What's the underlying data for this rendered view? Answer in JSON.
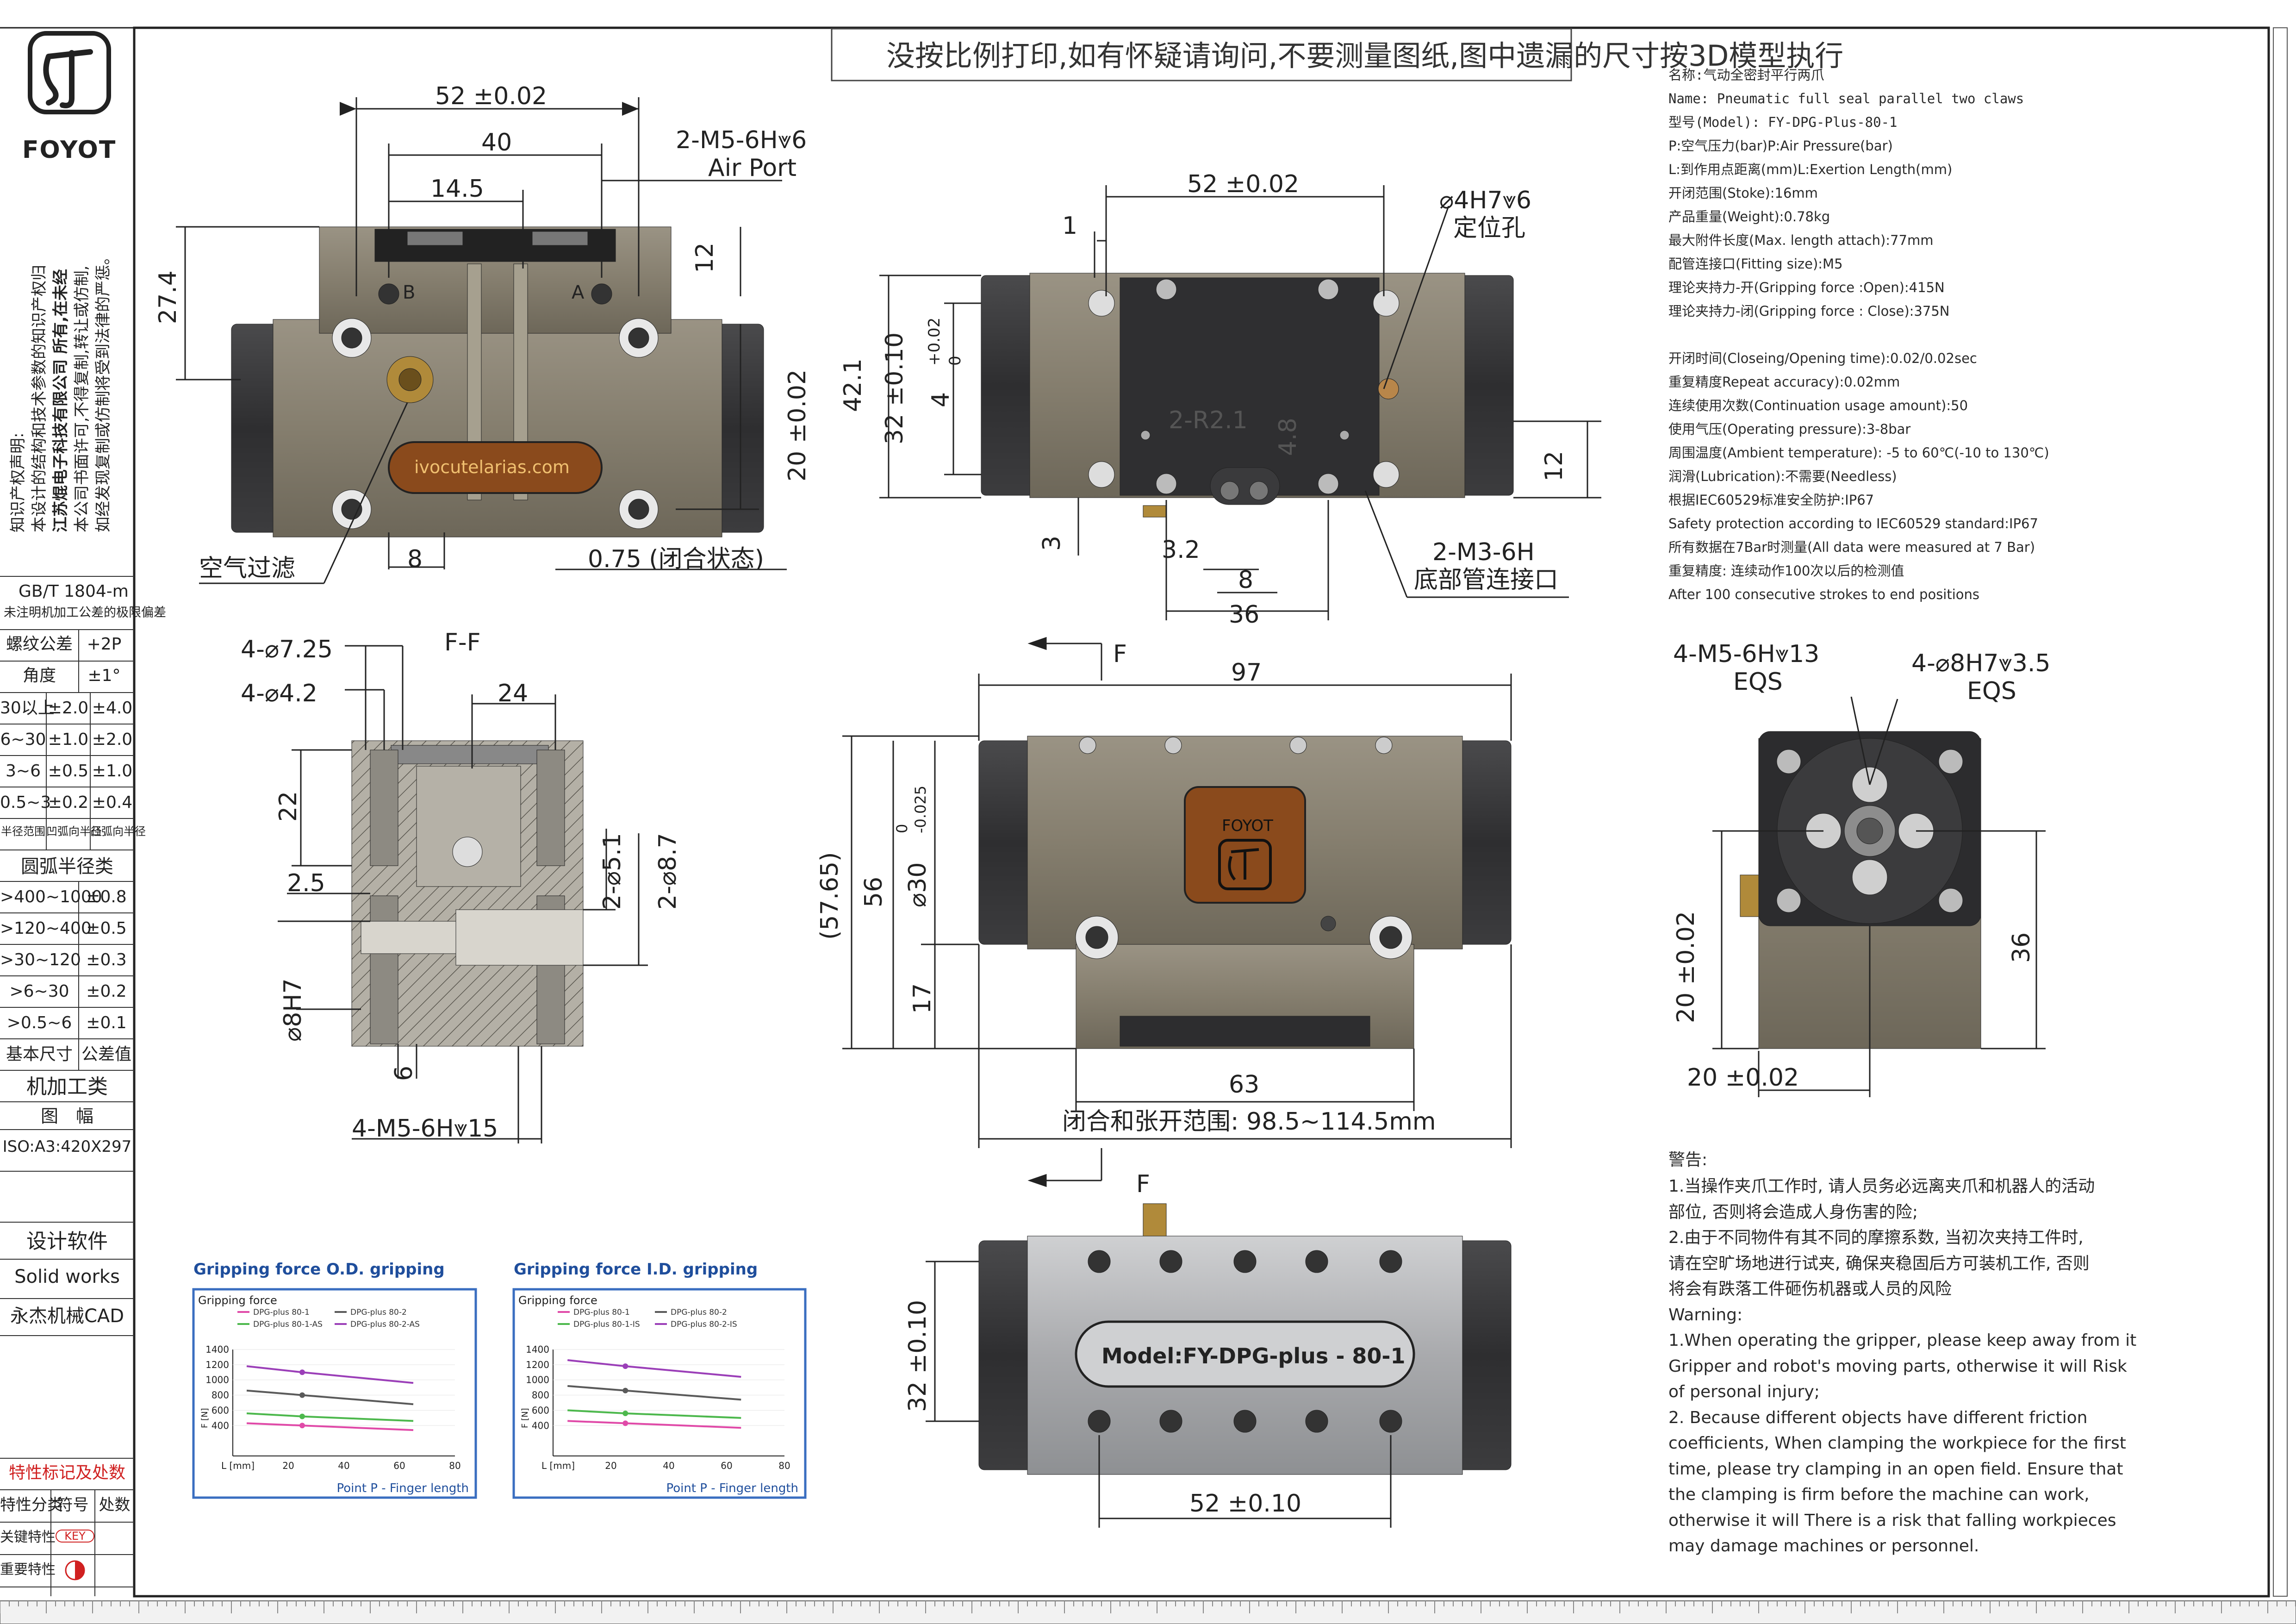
{
  "header": {
    "notice": "没按比例打印,如有怀疑请询问,不要测量图纸,图中遗漏的尺寸按3D模型执行"
  },
  "logo": {
    "brand": "FOYOT"
  },
  "sidebar": {
    "copyright_lines": [
      "知识产权声明:",
      "本设计的结构和技术参数的知识产权归",
      "江苏焜电子科技有限公司 所有,在未经",
      "本公司书面许可,不得复制,转让或仿制,",
      "如经发现复制或仿制将受到法律的严惩。"
    ],
    "standard": "GB/T 1804-m",
    "standard_note": "未注明机加工公差的极限偏差",
    "tolerance_rows": [
      {
        "label": "螺纹公差",
        "value": "+2P"
      },
      {
        "label": "角度",
        "value": "±1°"
      }
    ],
    "grid_rows": [
      [
        "30以上",
        "±2.0",
        "±4.0"
      ],
      [
        "6~30",
        "±1.0",
        "±2.0"
      ],
      [
        "3~6",
        "±0.5",
        "±1.0"
      ],
      [
        "0.5~3",
        "±0.2",
        "±0.4"
      ],
      [
        "半径范围",
        "凹弧向半径",
        "凸弧向半径"
      ]
    ],
    "radius_header": "圆弧半径类",
    "radius_rows": [
      [
        ">400~1000",
        "±0.8"
      ],
      [
        ">120~400",
        "±0.5"
      ],
      [
        ">30~120",
        "±0.3"
      ],
      [
        ">6~30",
        "±0.2"
      ],
      [
        ">0.5~6",
        "±0.1"
      ],
      [
        "基本尺寸",
        "公差值"
      ]
    ],
    "machining": "机加工类",
    "format_label": "图　幅",
    "format_value": "ISO:A3:420X297",
    "software_label": "设计软件",
    "software_value": "Solid works",
    "company": "永杰机械CAD",
    "marks_header": "特性标记及处数",
    "marks_cols": [
      "特性分类",
      "符号",
      "处数"
    ],
    "marks_rows": [
      "关键特性",
      "重要特性"
    ],
    "key_symbol": "KEY"
  },
  "specs": [
    "名称:气动全密封平行两爪",
    "Name: Pneumatic full seal parallel two claws",
    "型号(Model): FY-DPG-Plus-80-1",
    "P:空气压力(bar)P:Air Pressure(bar)",
    "L:到作用点距离(mm)L:Exertion Length(mm)",
    "开闭范围(Stoke):16mm",
    "产品重量(Weight):0.78kg",
    "最大附件长度(Max. length attach):77mm",
    "配管连接口(Fitting size):M5",
    "理论夹持力-开(Gripping force :Open):415N",
    "理论夹持力-闭(Gripping force : Close):375N",
    "",
    "开闭时间(Closeing/Opening time):0.02/0.02sec",
    "重复精度Repeat accuracy):0.02mm",
    "连续使用次数(Continuation usage amount):50",
    "使用气压(Operating pressure):3-8bar",
    "周围温度(Ambient temperature): -5 to 60℃(-10 to 130℃)",
    "润滑(Lubrication):不需要(Needless)",
    "根据IEC60529标准安全防护:IP67",
    "Safety protection according to IEC60529 standard:IP67",
    "所有数据在7Bar时测量(All data were measured at 7 Bar)",
    "重复精度: 连续动作100次以后的检测值",
    "After 100 consecutive strokes to end positions"
  ],
  "warning": {
    "title": "警告:",
    "lines": [
      "1.当操作夹爪工作时, 请人员务必远离夹爪和机器人的活动",
      "部位, 否则将会造成人身伤害的险;",
      "2.由于不同物件有其不同的摩擦系数, 当初次夹持工件时,",
      "请在空旷场地进行试夹, 确保夹稳固后方可装机工作, 否则",
      "将会有跌落工件砸伤机器或人员的风险",
      "Warning:",
      "1.When operating the gripper, please keep away from it",
      "Gripper and robot's moving parts, otherwise it will Risk",
      "of personal injury;",
      "2. Because different objects have different friction",
      "coefficients, When clamping the workpiece for the first",
      "time, please try clamping in an open field. Ensure that",
      "the clamping is firm before the machine can work,",
      "otherwise it will There is a risk that falling workpieces",
      "may damage machines or personnel."
    ]
  },
  "views": {
    "front": {
      "dims": [
        "52 ±0.02",
        "40",
        "14.5",
        "27.4",
        "12",
        "20 ±0.02",
        "8",
        "0.75 (闭合状态)"
      ],
      "callouts": [
        "2-M5-6H⩔6",
        "Air Port",
        "空气过滤"
      ],
      "ports": [
        "B",
        "A"
      ],
      "plate": "ivocutelarias.com"
    },
    "top": {
      "dims": [
        "52 ±0.02",
        "1",
        "42.1",
        "32 ±0.10",
        "+0.02",
        "0",
        "4",
        "2-R2.1",
        "4.8",
        "12",
        "3",
        "3.2",
        "8",
        "36"
      ],
      "callouts": [
        "⌀4H7⩔6",
        "定位孔",
        "2-M3-6H",
        "底部管连接口"
      ]
    },
    "section": {
      "title": "F-F",
      "dims": [
        "4-⌀7.25",
        "4-⌀4.2",
        "24",
        "22",
        "2.5",
        "2-⌀5.1",
        "2-⌀8.7",
        "⌀8H7",
        "6",
        "4-M5-6H⩔15"
      ]
    },
    "main": {
      "dims": [
        "97",
        "(57.65)",
        "56",
        "⌀30",
        "0",
        "-0.025",
        "17",
        "63",
        "闭合和张开范围: 98.5~114.5mm"
      ],
      "section_marks": [
        "F",
        "F"
      ],
      "badge": "FOYOT"
    },
    "side": {
      "dims": [
        "4-M5-6H⩔13",
        "EQS",
        "4-⌀8H7⩔3.5",
        "EQS",
        "20 ±0.02",
        "36",
        "20 ±0.02"
      ]
    },
    "bottom": {
      "dims": [
        "32 ±0.10",
        "52 ±0.10"
      ],
      "plate": "Model:FY-DPG-plus - 80-1"
    }
  },
  "chart_data": [
    {
      "type": "line",
      "title": "Gripping force O.D. gripping",
      "subtitle": "Gripping force",
      "ylabel": "F [N]",
      "xlabel": "L [mm]",
      "xlabel2": "Point P - Finger length",
      "xlim": [
        0,
        80
      ],
      "ylim": [
        0,
        1400
      ],
      "xticks": [
        20,
        40,
        60,
        80
      ],
      "yticks": [
        400,
        600,
        800,
        1000,
        1200,
        1400
      ],
      "series": [
        {
          "name": "DPG-plus 80-1",
          "color": "#e04aa8",
          "x": [
            5,
            25,
            45,
            65
          ],
          "values": [
            430,
            400,
            370,
            340
          ]
        },
        {
          "name": "DPG-plus 80-2",
          "color": "#5a5a5a",
          "x": [
            5,
            25,
            45,
            65
          ],
          "values": [
            860,
            800,
            740,
            680
          ]
        },
        {
          "name": "DPG-plus 80-1-AS",
          "color": "#4db84d",
          "x": [
            5,
            25,
            45,
            65
          ],
          "values": [
            560,
            520,
            490,
            460
          ]
        },
        {
          "name": "DPG-plus 80-2-AS",
          "color": "#9b3fb8",
          "x": [
            5,
            25,
            45,
            65
          ],
          "values": [
            1180,
            1100,
            1030,
            960
          ]
        }
      ]
    },
    {
      "type": "line",
      "title": "Gripping force I.D. gripping",
      "subtitle": "Gripping force",
      "ylabel": "F [N]",
      "xlabel": "L [mm]",
      "xlabel2": "Point P - Finger length",
      "xlim": [
        0,
        80
      ],
      "ylim": [
        0,
        1400
      ],
      "xticks": [
        20,
        40,
        60,
        80
      ],
      "yticks": [
        400,
        600,
        800,
        1000,
        1200,
        1400
      ],
      "series": [
        {
          "name": "DPG-plus 80-1",
          "color": "#e04aa8",
          "x": [
            5,
            25,
            45,
            65
          ],
          "values": [
            460,
            430,
            400,
            370
          ]
        },
        {
          "name": "DPG-plus 80-2",
          "color": "#5a5a5a",
          "x": [
            5,
            25,
            45,
            65
          ],
          "values": [
            920,
            860,
            800,
            740
          ]
        },
        {
          "name": "DPG-plus 80-1-IS",
          "color": "#4db84d",
          "x": [
            5,
            25,
            45,
            65
          ],
          "values": [
            600,
            560,
            530,
            500
          ]
        },
        {
          "name": "DPG-plus 80-2-IS",
          "color": "#9b3fb8",
          "x": [
            5,
            25,
            45,
            65
          ],
          "values": [
            1260,
            1180,
            1110,
            1040
          ]
        }
      ]
    }
  ]
}
